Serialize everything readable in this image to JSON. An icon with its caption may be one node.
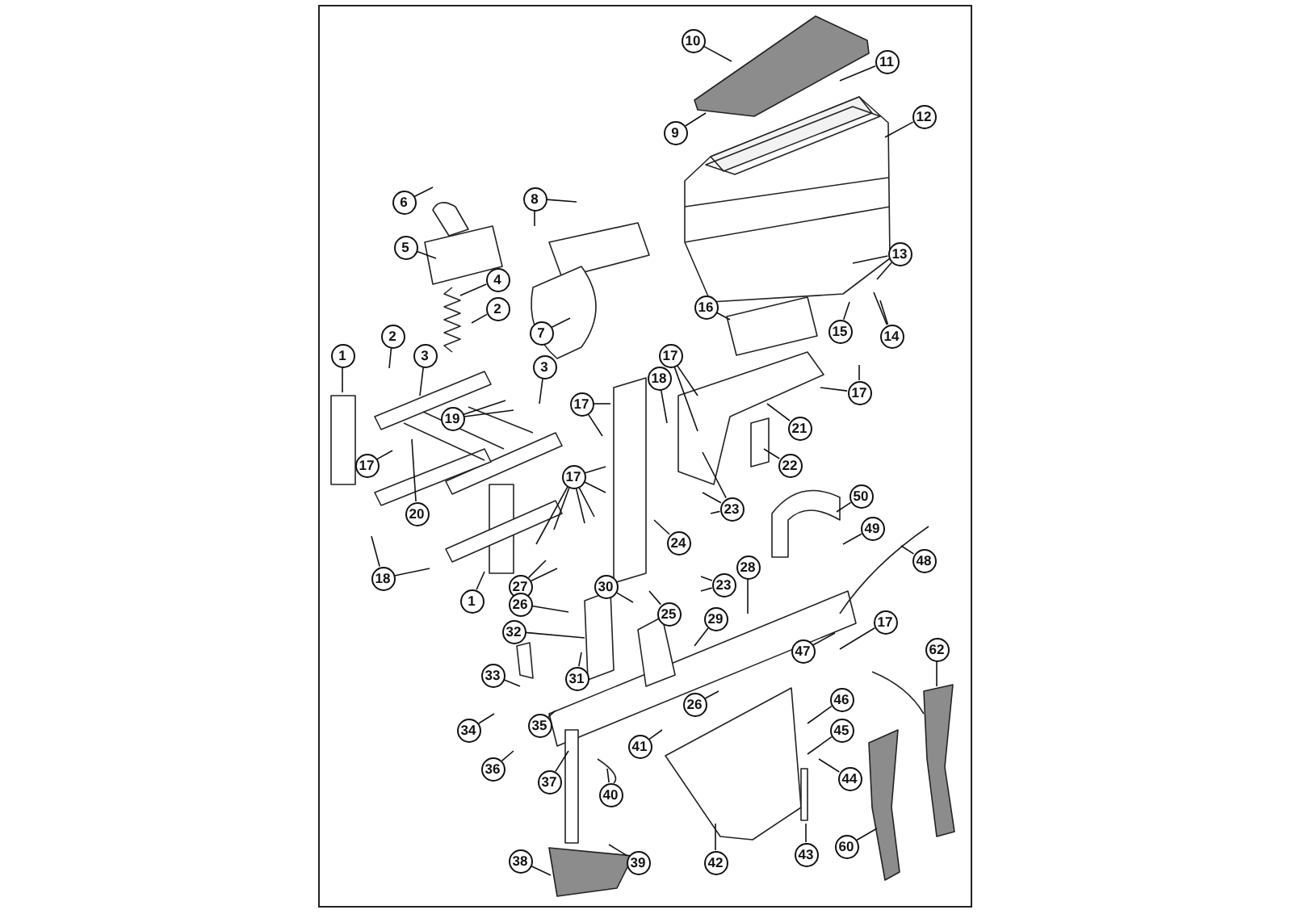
{
  "diagram": {
    "nodes": [
      {
        "text": [
          "10"
        ]
      },
      {
        "text": [
          "11"
        ]
      },
      {
        "text": [
          "12"
        ]
      },
      {
        "text": [
          "9"
        ]
      },
      {
        "text": [
          "8"
        ]
      },
      {
        "text": [
          "6"
        ]
      },
      {
        "text": [
          "5"
        ]
      },
      {
        "text": [
          "13"
        ]
      },
      {
        "text": [
          "4"
        ]
      },
      {
        "text": [
          "16"
        ]
      },
      {
        "text": [
          "2"
        ]
      },
      {
        "text": [
          "15"
        ]
      },
      {
        "text": [
          "7"
        ]
      },
      {
        "text": [
          "14"
        ]
      },
      {
        "text": [
          "2"
        ]
      },
      {
        "text": [
          "1"
        ]
      },
      {
        "text": [
          "17"
        ]
      },
      {
        "text": [
          "3"
        ]
      },
      {
        "text": [
          "3"
        ]
      },
      {
        "text": [
          "18"
        ]
      },
      {
        "text": [
          "17"
        ]
      },
      {
        "text": [
          "17"
        ]
      },
      {
        "text": [
          "19"
        ]
      },
      {
        "text": [
          "21"
        ]
      },
      {
        "text": [
          "17"
        ]
      },
      {
        "text": [
          "22"
        ]
      },
      {
        "text": [
          "17"
        ]
      },
      {
        "text": [
          "50"
        ]
      },
      {
        "text": [
          "23"
        ]
      },
      {
        "text": [
          "49"
        ]
      },
      {
        "text": [
          "24"
        ]
      },
      {
        "text": [
          "20"
        ]
      },
      {
        "text": [
          "48"
        ]
      },
      {
        "text": [
          "28"
        ]
      },
      {
        "text": [
          "18"
        ]
      },
      {
        "text": [
          "1"
        ]
      },
      {
        "text": [
          "27"
        ]
      },
      {
        "text": [
          "23"
        ]
      },
      {
        "text": [
          "30"
        ]
      },
      {
        "text": [
          "25"
        ]
      },
      {
        "text": [
          "26"
        ]
      },
      {
        "text": [
          "29"
        ]
      },
      {
        "text": [
          "17"
        ]
      },
      {
        "text": [
          "32"
        ]
      },
      {
        "text": [
          "47"
        ]
      },
      {
        "text": [
          "62"
        ]
      },
      {
        "text": [
          "33"
        ]
      },
      {
        "text": [
          "31"
        ]
      },
      {
        "text": [
          "46"
        ]
      },
      {
        "text": [
          "26"
        ]
      },
      {
        "text": [
          "35"
        ]
      },
      {
        "text": [
          "34"
        ]
      },
      {
        "text": [
          "45"
        ]
      },
      {
        "text": [
          "41"
        ]
      },
      {
        "text": [
          "36"
        ]
      },
      {
        "text": [
          "37"
        ]
      },
      {
        "text": [
          "44"
        ]
      },
      {
        "text": [
          "40"
        ]
      },
      {
        "text": [
          "60"
        ]
      },
      {
        "text": [
          "43"
        ]
      },
      {
        "text": [
          "38"
        ]
      },
      {
        "text": [
          "39"
        ]
      },
      {
        "text": [
          "42"
        ]
      }
    ],
    "edges": [
      {
        "from": 0,
        "to": null,
        "arrow": "none"
      },
      {
        "from": 1,
        "to": null,
        "arrow": "none"
      },
      {
        "from": 2,
        "to": null,
        "arrow": "none"
      },
      {
        "from": 3,
        "to": null,
        "arrow": "none"
      },
      {
        "from": 4,
        "to": null,
        "arrow": "none"
      },
      {
        "from": 4,
        "to": null,
        "arrow": "none"
      },
      {
        "from": 5,
        "to": null,
        "arrow": "none"
      },
      {
        "from": 6,
        "to": null,
        "arrow": "none"
      },
      {
        "from": 7,
        "to": null,
        "arrow": "none"
      },
      {
        "from": 7,
        "to": null,
        "arrow": "none"
      },
      {
        "from": 8,
        "to": null,
        "arrow": "none"
      },
      {
        "from": 9,
        "to": null,
        "arrow": "none"
      },
      {
        "from": 10,
        "to": null,
        "arrow": "none"
      },
      {
        "from": 11,
        "to": null,
        "arrow": "none"
      },
      {
        "from": 12,
        "to": null,
        "arrow": "none"
      },
      {
        "from": 13,
        "to": null,
        "arrow": "none"
      },
      {
        "from": 13,
        "to": null,
        "arrow": "none"
      },
      {
        "from": 14,
        "to": null,
        "arrow": "none"
      },
      {
        "from": 15,
        "to": null,
        "arrow": "none"
      },
      {
        "from": 16,
        "to": null,
        "arrow": "none"
      },
      {
        "from": 16,
        "to": null,
        "arrow": "none"
      },
      {
        "from": 17,
        "to": null,
        "arrow": "none"
      },
      {
        "from": 18,
        "to": null,
        "arrow": "none"
      },
      {
        "from": 19,
        "to": null,
        "arrow": "none"
      },
      {
        "from": 20,
        "to": null,
        "arrow": "none"
      },
      {
        "from": 20,
        "to": null,
        "arrow": "none"
      },
      {
        "from": 21,
        "to": null,
        "arrow": "none"
      },
      {
        "from": 21,
        "to": null,
        "arrow": "none"
      },
      {
        "from": 22,
        "to": null,
        "arrow": "none"
      },
      {
        "from": 22,
        "to": null,
        "arrow": "none"
      },
      {
        "from": 23,
        "to": null,
        "arrow": "none"
      },
      {
        "from": 24,
        "to": null,
        "arrow": "none"
      },
      {
        "from": 25,
        "to": null,
        "arrow": "none"
      },
      {
        "from": 26,
        "to": null,
        "arrow": "none"
      },
      {
        "from": 26,
        "to": null,
        "arrow": "none"
      },
      {
        "from": 26,
        "to": null,
        "arrow": "none"
      },
      {
        "from": 26,
        "to": null,
        "arrow": "none"
      },
      {
        "from": 26,
        "to": null,
        "arrow": "none"
      },
      {
        "from": 26,
        "to": null,
        "arrow": "none"
      },
      {
        "from": 27,
        "to": null,
        "arrow": "none"
      },
      {
        "from": 28,
        "to": null,
        "arrow": "none"
      },
      {
        "from": 28,
        "to": null,
        "arrow": "none"
      },
      {
        "from": 28,
        "to": null,
        "arrow": "none"
      },
      {
        "from": 29,
        "to": null,
        "arrow": "none"
      },
      {
        "from": 30,
        "to": null,
        "arrow": "none"
      },
      {
        "from": 31,
        "to": null,
        "arrow": "none"
      },
      {
        "from": 32,
        "to": null,
        "arrow": "none"
      },
      {
        "from": 33,
        "to": null,
        "arrow": "none"
      },
      {
        "from": 34,
        "to": null,
        "arrow": "none"
      },
      {
        "from": 34,
        "to": null,
        "arrow": "none"
      },
      {
        "from": 35,
        "to": null,
        "arrow": "none"
      },
      {
        "from": 36,
        "to": null,
        "arrow": "none"
      },
      {
        "from": 36,
        "to": null,
        "arrow": "none"
      },
      {
        "from": 37,
        "to": null,
        "arrow": "none"
      },
      {
        "from": 37,
        "to": null,
        "arrow": "none"
      },
      {
        "from": 38,
        "to": null,
        "arrow": "none"
      },
      {
        "from": 39,
        "to": null,
        "arrow": "none"
      },
      {
        "from": 40,
        "to": null,
        "arrow": "none"
      },
      {
        "from": 41,
        "to": null,
        "arrow": "none"
      },
      {
        "from": 42,
        "to": null,
        "arrow": "none"
      },
      {
        "from": 43,
        "to": null,
        "arrow": "none"
      },
      {
        "from": 44,
        "to": null,
        "arrow": "none"
      },
      {
        "from": 45,
        "to": null,
        "arrow": "none"
      },
      {
        "from": 46,
        "to": null,
        "arrow": "none"
      },
      {
        "from": 47,
        "to": null,
        "arrow": "none"
      },
      {
        "from": 48,
        "to": null,
        "arrow": "none"
      },
      {
        "from": 49,
        "to": null,
        "arrow": "none"
      },
      {
        "from": 50,
        "to": null,
        "arrow": "none"
      },
      {
        "from": 51,
        "to": null,
        "arrow": "none"
      },
      {
        "from": 52,
        "to": null,
        "arrow": "none"
      },
      {
        "from": 53,
        "to": null,
        "arrow": "none"
      },
      {
        "from": 54,
        "to": null,
        "arrow": "none"
      },
      {
        "from": 55,
        "to": null,
        "arrow": "none"
      },
      {
        "from": 56,
        "to": null,
        "arrow": "none"
      },
      {
        "from": 57,
        "to": null,
        "arrow": "none"
      },
      {
        "from": 58,
        "to": null,
        "arrow": "none"
      },
      {
        "from": 59,
        "to": null,
        "arrow": "none"
      },
      {
        "from": 60,
        "to": null,
        "arrow": "none"
      },
      {
        "from": 61,
        "to": null,
        "arrow": "none"
      },
      {
        "from": 62,
        "to": null,
        "arrow": "none"
      }
    ]
  }
}
